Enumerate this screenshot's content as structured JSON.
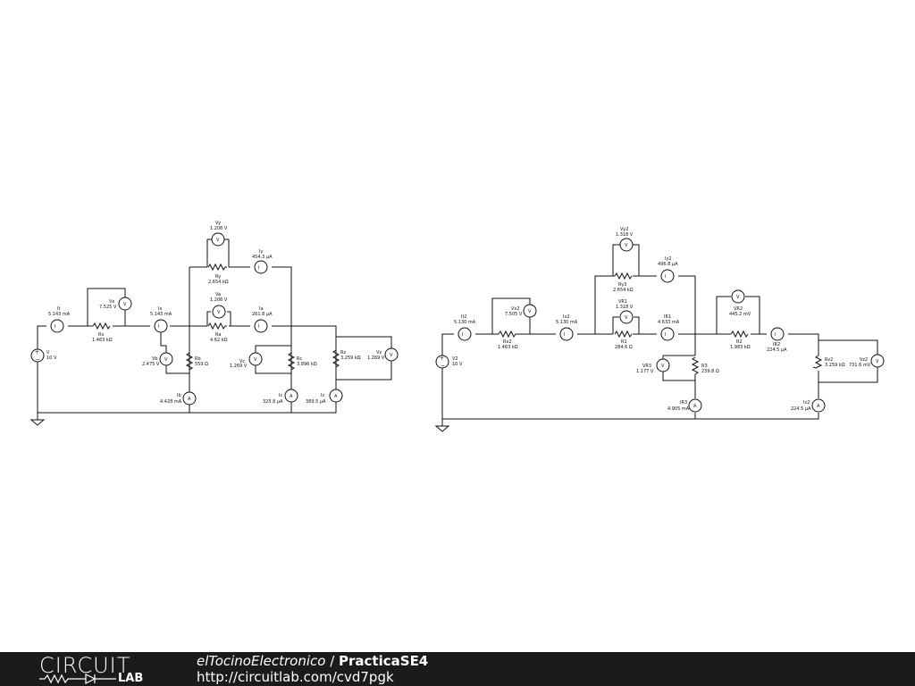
{
  "circuit1": {
    "V": {
      "name": "V",
      "value": "10 V"
    },
    "It": {
      "name": "It",
      "value": "5.143 mA"
    },
    "Rx": {
      "name": "Rx",
      "value": "1.463 kΩ"
    },
    "Vx": {
      "name": "Vx",
      "value": "7.525 V"
    },
    "Ix": {
      "name": "Ix",
      "value": "5.143 mA"
    },
    "Vy": {
      "name": "Vy",
      "value": "1.206 V"
    },
    "Iy": {
      "name": "Iy",
      "value": "454.3 µA"
    },
    "Ry": {
      "name": "Ry",
      "value": "2.654 kΩ"
    },
    "Va": {
      "name": "Va",
      "value": "1.206 V"
    },
    "Ia": {
      "name": "Ia",
      "value": "261.8 µA"
    },
    "Ra": {
      "name": "Ra",
      "value": "4.62 kΩ"
    },
    "Vb": {
      "name": "Vb",
      "value": "2.475 V"
    },
    "Rb": {
      "name": "Rb",
      "value": "559 Ω"
    },
    "Vc": {
      "name": "Vc",
      "value": "1.269 V"
    },
    "Rc": {
      "name": "Rc",
      "value": "3.896 kΩ"
    },
    "Rz": {
      "name": "Rz",
      "value": "3.259 kΩ"
    },
    "Vz": {
      "name": "Vz",
      "value": "1.269 V"
    },
    "Ib": {
      "name": "Ib",
      "value": "4.428 mA"
    },
    "Ic": {
      "name": "Ic",
      "value": "325.8 µA"
    },
    "Iz": {
      "name": "Iz",
      "value": "389.5 µA"
    }
  },
  "circuit2": {
    "V2": {
      "name": "V2",
      "value": "10 V"
    },
    "It2": {
      "name": "It2",
      "value": "5.130 mA"
    },
    "Rx2": {
      "name": "Rx2",
      "value": "1.463 kΩ"
    },
    "Vx2": {
      "name": "Vx2",
      "value": "7.505 V"
    },
    "Ix2": {
      "name": "Ix2",
      "value": "5.130 mA"
    },
    "Vy2": {
      "name": "Vy2",
      "value": "1.318 V"
    },
    "Iy2": {
      "name": "Iy2",
      "value": "496.8 µA"
    },
    "Ry3": {
      "name": "Ry3",
      "value": "2.654 kΩ"
    },
    "VR1": {
      "name": "VR1",
      "value": "1.318 V"
    },
    "IR1": {
      "name": "IR1",
      "value": "4.633 mA"
    },
    "R1": {
      "name": "R1",
      "value": "284.6 Ω"
    },
    "VR3": {
      "name": "VR3",
      "value": "1.177 V"
    },
    "R3": {
      "name": "R3",
      "value": "239.8 Ω"
    },
    "IR3": {
      "name": "IR3",
      "value": "4.905 mA"
    },
    "VR2": {
      "name": "VR2",
      "value": "445.2 mV"
    },
    "R2": {
      "name": "R2",
      "value": "1.983 kΩ"
    },
    "IR2": {
      "name": "IR2",
      "value": "224.5 µA"
    },
    "Rz2": {
      "name": "Rz2",
      "value": "3.259 kΩ"
    },
    "Vz2": {
      "name": "Vz2",
      "value": "731.6 mV"
    },
    "Iz2": {
      "name": "Iz2",
      "value": "224.5 µA"
    }
  },
  "footer": {
    "brand_top": "CIRCUIT",
    "brand_bottom": "LAB",
    "user": "elTocinoElectronico",
    "separator": " / ",
    "project": "PracticaSE4",
    "url": "http://circuitlab.com/cvd7pgk"
  }
}
